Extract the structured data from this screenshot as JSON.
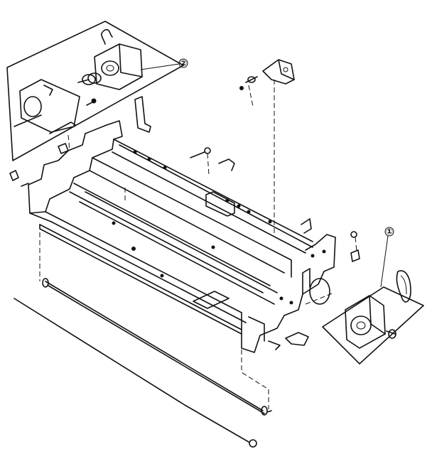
{
  "callouts": [
    {
      "id": "motor-assembly-upper",
      "label": "②"
    },
    {
      "id": "motor-assembly-lower",
      "label": "①"
    }
  ],
  "colors": {
    "ink": "#111111",
    "paper": "#ffffff"
  }
}
